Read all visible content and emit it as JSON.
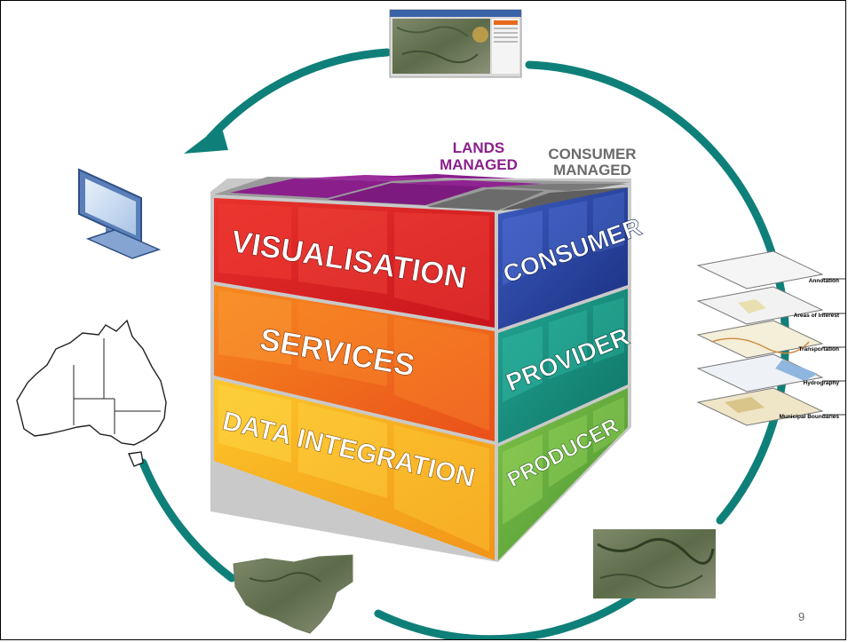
{
  "cube": {
    "top_labels": {
      "lands_line1": "LANDS",
      "lands_line2": "MANAGED",
      "consumer_line1": "CONSUMER",
      "consumer_line2": "MANAGED"
    },
    "front_rows": [
      "VISUALISATION",
      "SERVICES",
      "DATA INTEGRATION"
    ],
    "side_rows": [
      "CONSUMER",
      "PROVIDER",
      "PRODUCER"
    ]
  },
  "layers": {
    "labels": [
      "Annotation",
      "Areas of Interest",
      "Transportation",
      "Hydrography",
      "Municipal Boundaries"
    ]
  },
  "colors": {
    "cycle_arrow": "#0f8079",
    "top_purple": "#8a1f8c",
    "top_gray": "#6b6b6b",
    "row_red": "#d91f26",
    "row_orange": "#f06a1a",
    "row_yellow": "#f7a81b",
    "side_blue": "#1f3e9a",
    "side_teal": "#138a7c",
    "side_green": "#5aa83a"
  },
  "page_number": "9"
}
